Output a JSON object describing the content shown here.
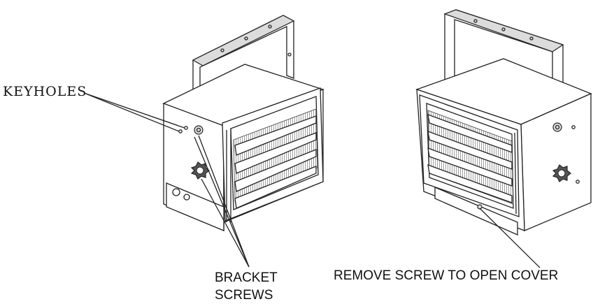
{
  "labels": {
    "keyholes": "KEYHOLES",
    "bracket_line1": "BRACKET",
    "bracket_line2": "SCREWS",
    "remove_screw": "REMOVE SCREW TO OPEN COVER"
  },
  "icons": {
    "knob": "star-knob-icon",
    "screw": "screw-icon"
  },
  "colors": {
    "line": "#222222",
    "background": "#ffffff"
  }
}
